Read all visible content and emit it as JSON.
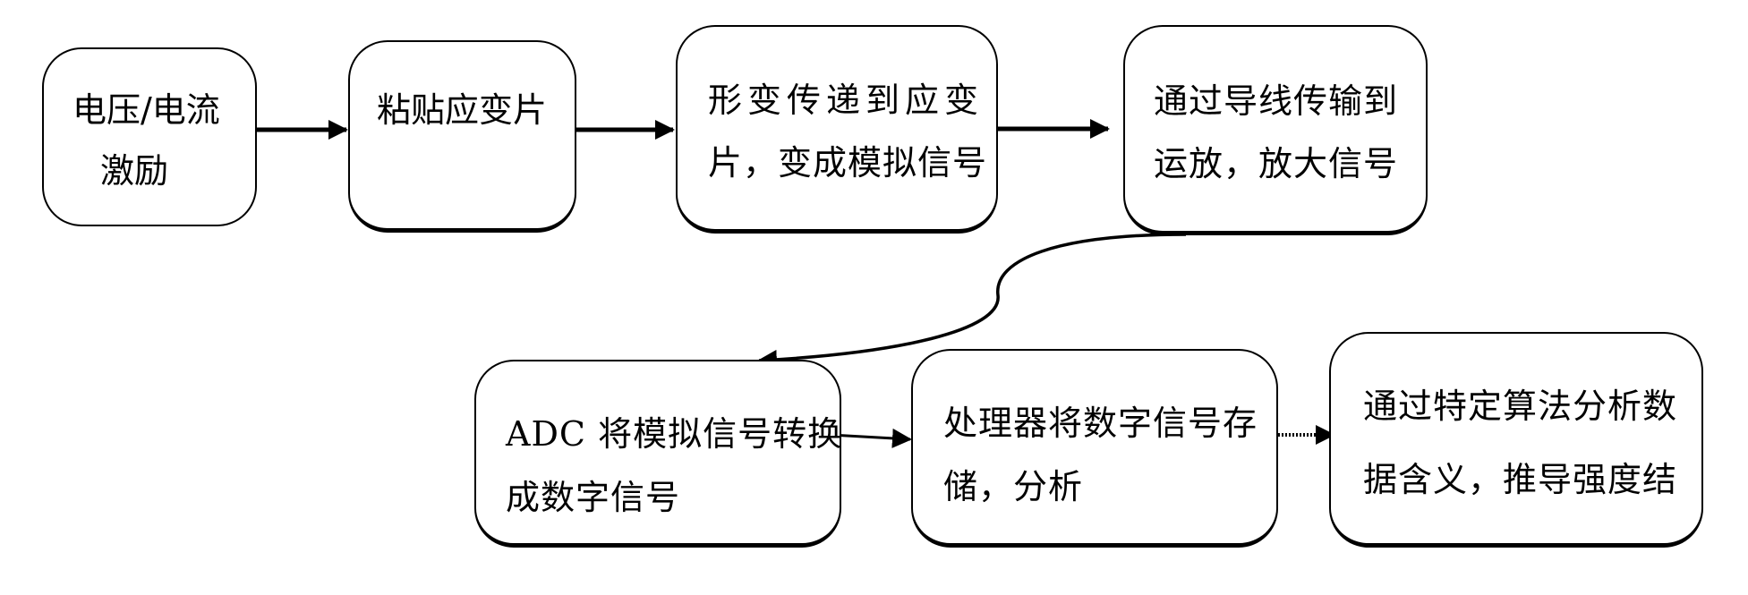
{
  "nodes": [
    {
      "id": "excitation",
      "lines": [
        "电压/电流",
        "激励"
      ]
    },
    {
      "id": "strain-gauge",
      "lines": [
        "粘贴应变片"
      ]
    },
    {
      "id": "deformation",
      "lines": [
        "形变传递到应变",
        "片，变成模拟信号"
      ]
    },
    {
      "id": "amplifier",
      "lines": [
        "通过导线传输到",
        "运放，放大信号"
      ]
    },
    {
      "id": "adc",
      "lines": [
        "ADC 将模拟信号转换",
        "成数字信号"
      ]
    },
    {
      "id": "processor",
      "lines": [
        "处理器将数字信号存",
        "储，分析"
      ]
    },
    {
      "id": "algorithm",
      "lines": [
        "通过特定算法分析数",
        "据含义，推导强度结"
      ]
    }
  ]
}
